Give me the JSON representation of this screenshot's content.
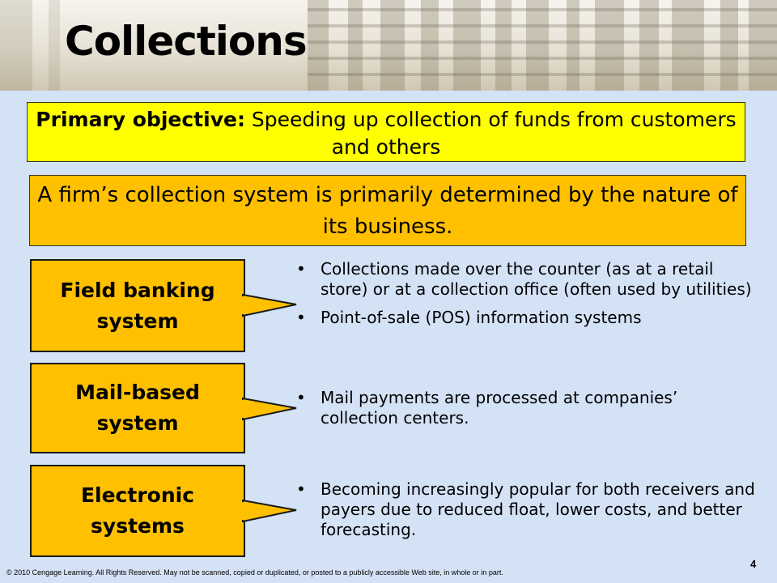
{
  "slide": {
    "title": "Collections",
    "objective_label": "Primary objective:",
    "objective_text": " Speeding up collection of funds from customers and others",
    "statement": "A firm’s collection system is primarily determined by the nature of its business."
  },
  "systems": [
    {
      "label": "Field banking system",
      "bullets": [
        "Collections made over the counter (as at a retail store) or at a collection office (often used by utilities)",
        "Point-of-sale (POS) information systems"
      ]
    },
    {
      "label": "Mail-based system",
      "bullets": [
        "Mail payments are processed at companies’ collection centers."
      ]
    },
    {
      "label": "Electronic systems",
      "bullets": [
        "Becoming increasingly popular for both receivers and payers due to reduced float, lower costs, and better forecasting."
      ]
    }
  ],
  "footer": {
    "copyright": "© 2010 Cengage Learning. All Rights Reserved. May not be scanned, copied or duplicated, or posted to a publicly accessible Web site, in whole or in part.",
    "page_number": "4"
  },
  "colors": {
    "background": "#d4e2f6",
    "objective_fill": "#ffff00",
    "box_fill": "#ffc000"
  }
}
